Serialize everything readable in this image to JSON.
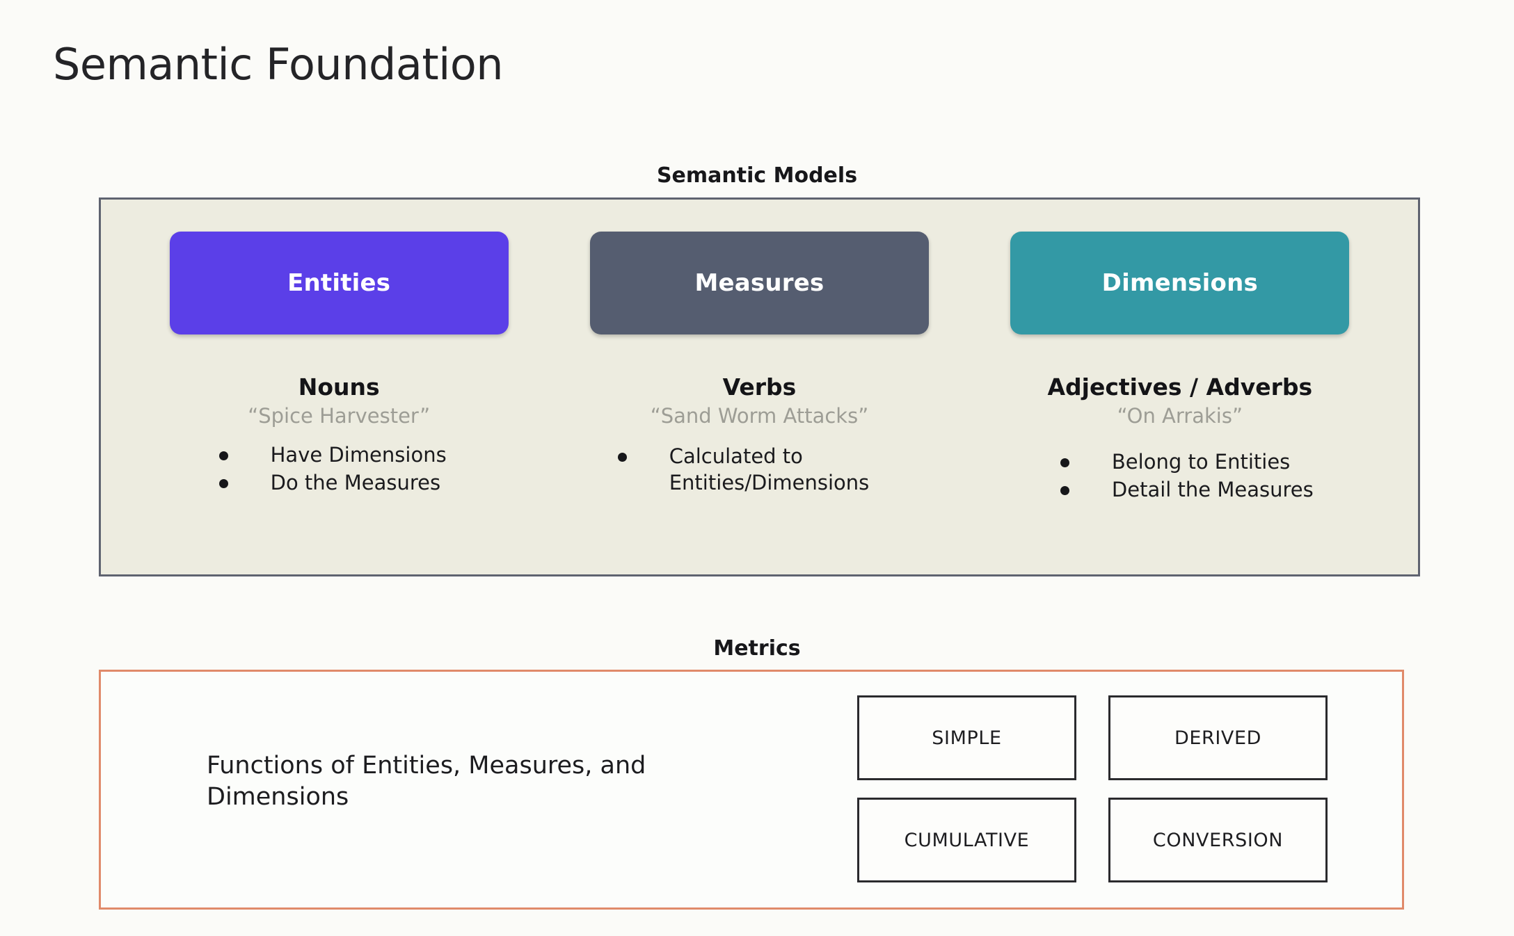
{
  "slide": {
    "title": "Semantic Foundation",
    "background_color": "#fbfbf8"
  },
  "semantic_models": {
    "caption": "Semantic Models",
    "panel_background": "#edece0",
    "panel_border_color": "#5f6370",
    "columns": [
      {
        "chip_label": "Entities",
        "chip_color": "#5b3fe8",
        "part_of_speech": "Nouns",
        "example": "“Spice Harvester”",
        "bullets": [
          "Have Dimensions",
          "Do the Measures"
        ]
      },
      {
        "chip_label": "Measures",
        "chip_color": "#555d70",
        "part_of_speech": "Verbs",
        "example": "“Sand Worm Attacks”",
        "bullets": [
          "Calculated to\nEntities/Dimensions"
        ]
      },
      {
        "chip_label": "Dimensions",
        "chip_color": "#3399a5",
        "part_of_speech": "Adjectives / Adverbs",
        "example": "“On Arrakis”",
        "bullets": [
          "Belong to Entities",
          "Detail the Measures"
        ]
      }
    ]
  },
  "metrics": {
    "caption": "Metrics",
    "panel_border_color": "#e08a6a",
    "description": "Functions of Entities, Measures, and Dimensions",
    "cards": [
      "SIMPLE",
      "DERIVED",
      "CUMULATIVE",
      "CONVERSION"
    ]
  }
}
